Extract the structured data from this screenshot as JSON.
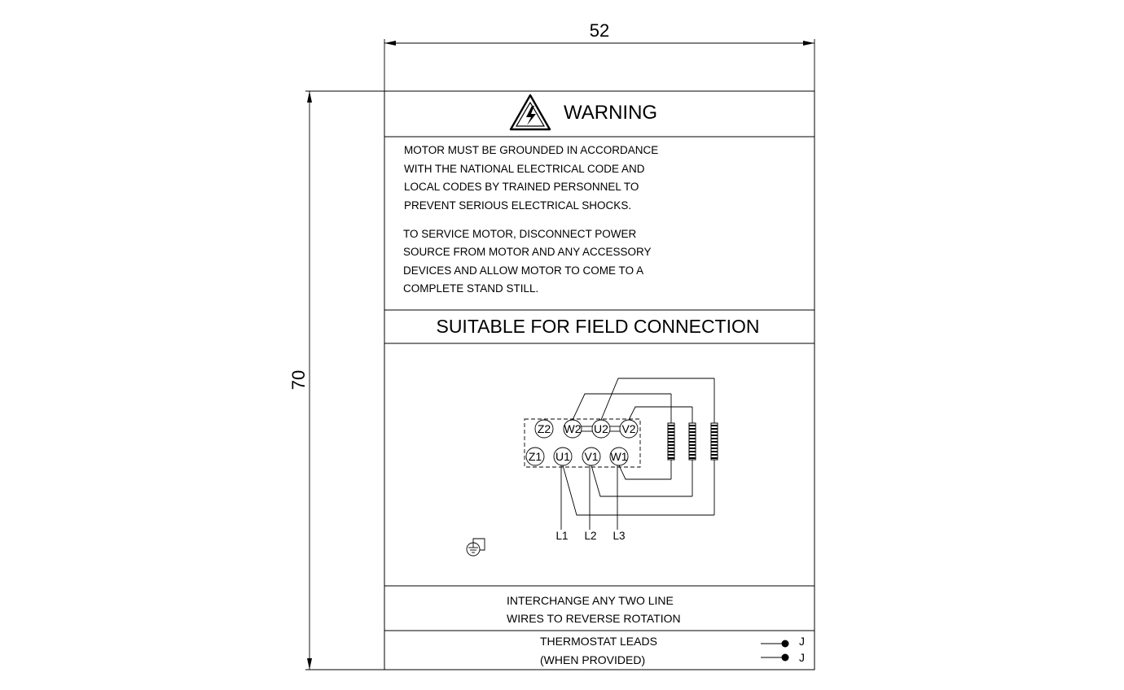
{
  "dimensions": {
    "width_label": "52",
    "height_label": "70"
  },
  "warning": {
    "title": "WARNING",
    "icon": "high-voltage-warning-icon",
    "paragraph1": [
      "MOTOR MUST BE GROUNDED IN ACCORDANCE",
      "WITH THE NATIONAL ELECTRICAL CODE AND",
      "LOCAL CODES BY TRAINED PERSONNEL TO",
      "PREVENT SERIOUS ELECTRICAL SHOCKS."
    ],
    "paragraph2": [
      "TO SERVICE MOTOR, DISCONNECT POWER",
      "SOURCE FROM MOTOR AND ANY ACCESSORY",
      "DEVICES AND ALLOW MOTOR TO COME TO A",
      "COMPLETE STAND STILL."
    ]
  },
  "connection": {
    "heading": "SUITABLE FOR FIELD CONNECTION",
    "terminals_top": [
      "Z2",
      "W2",
      "U2",
      "V2"
    ],
    "terminals_bottom": [
      "Z1",
      "U1",
      "V1",
      "W1"
    ],
    "lines": [
      "L1",
      "L2",
      "L3"
    ],
    "ground_icon": "ground-icon"
  },
  "reverse_note": [
    "INTERCHANGE ANY TWO LINE",
    "WIRES TO REVERSE ROTATION"
  ],
  "thermostat": {
    "label": [
      "THERMOSTAT LEADS",
      "(WHEN PROVIDED)"
    ],
    "leads": [
      "J",
      "J"
    ]
  }
}
